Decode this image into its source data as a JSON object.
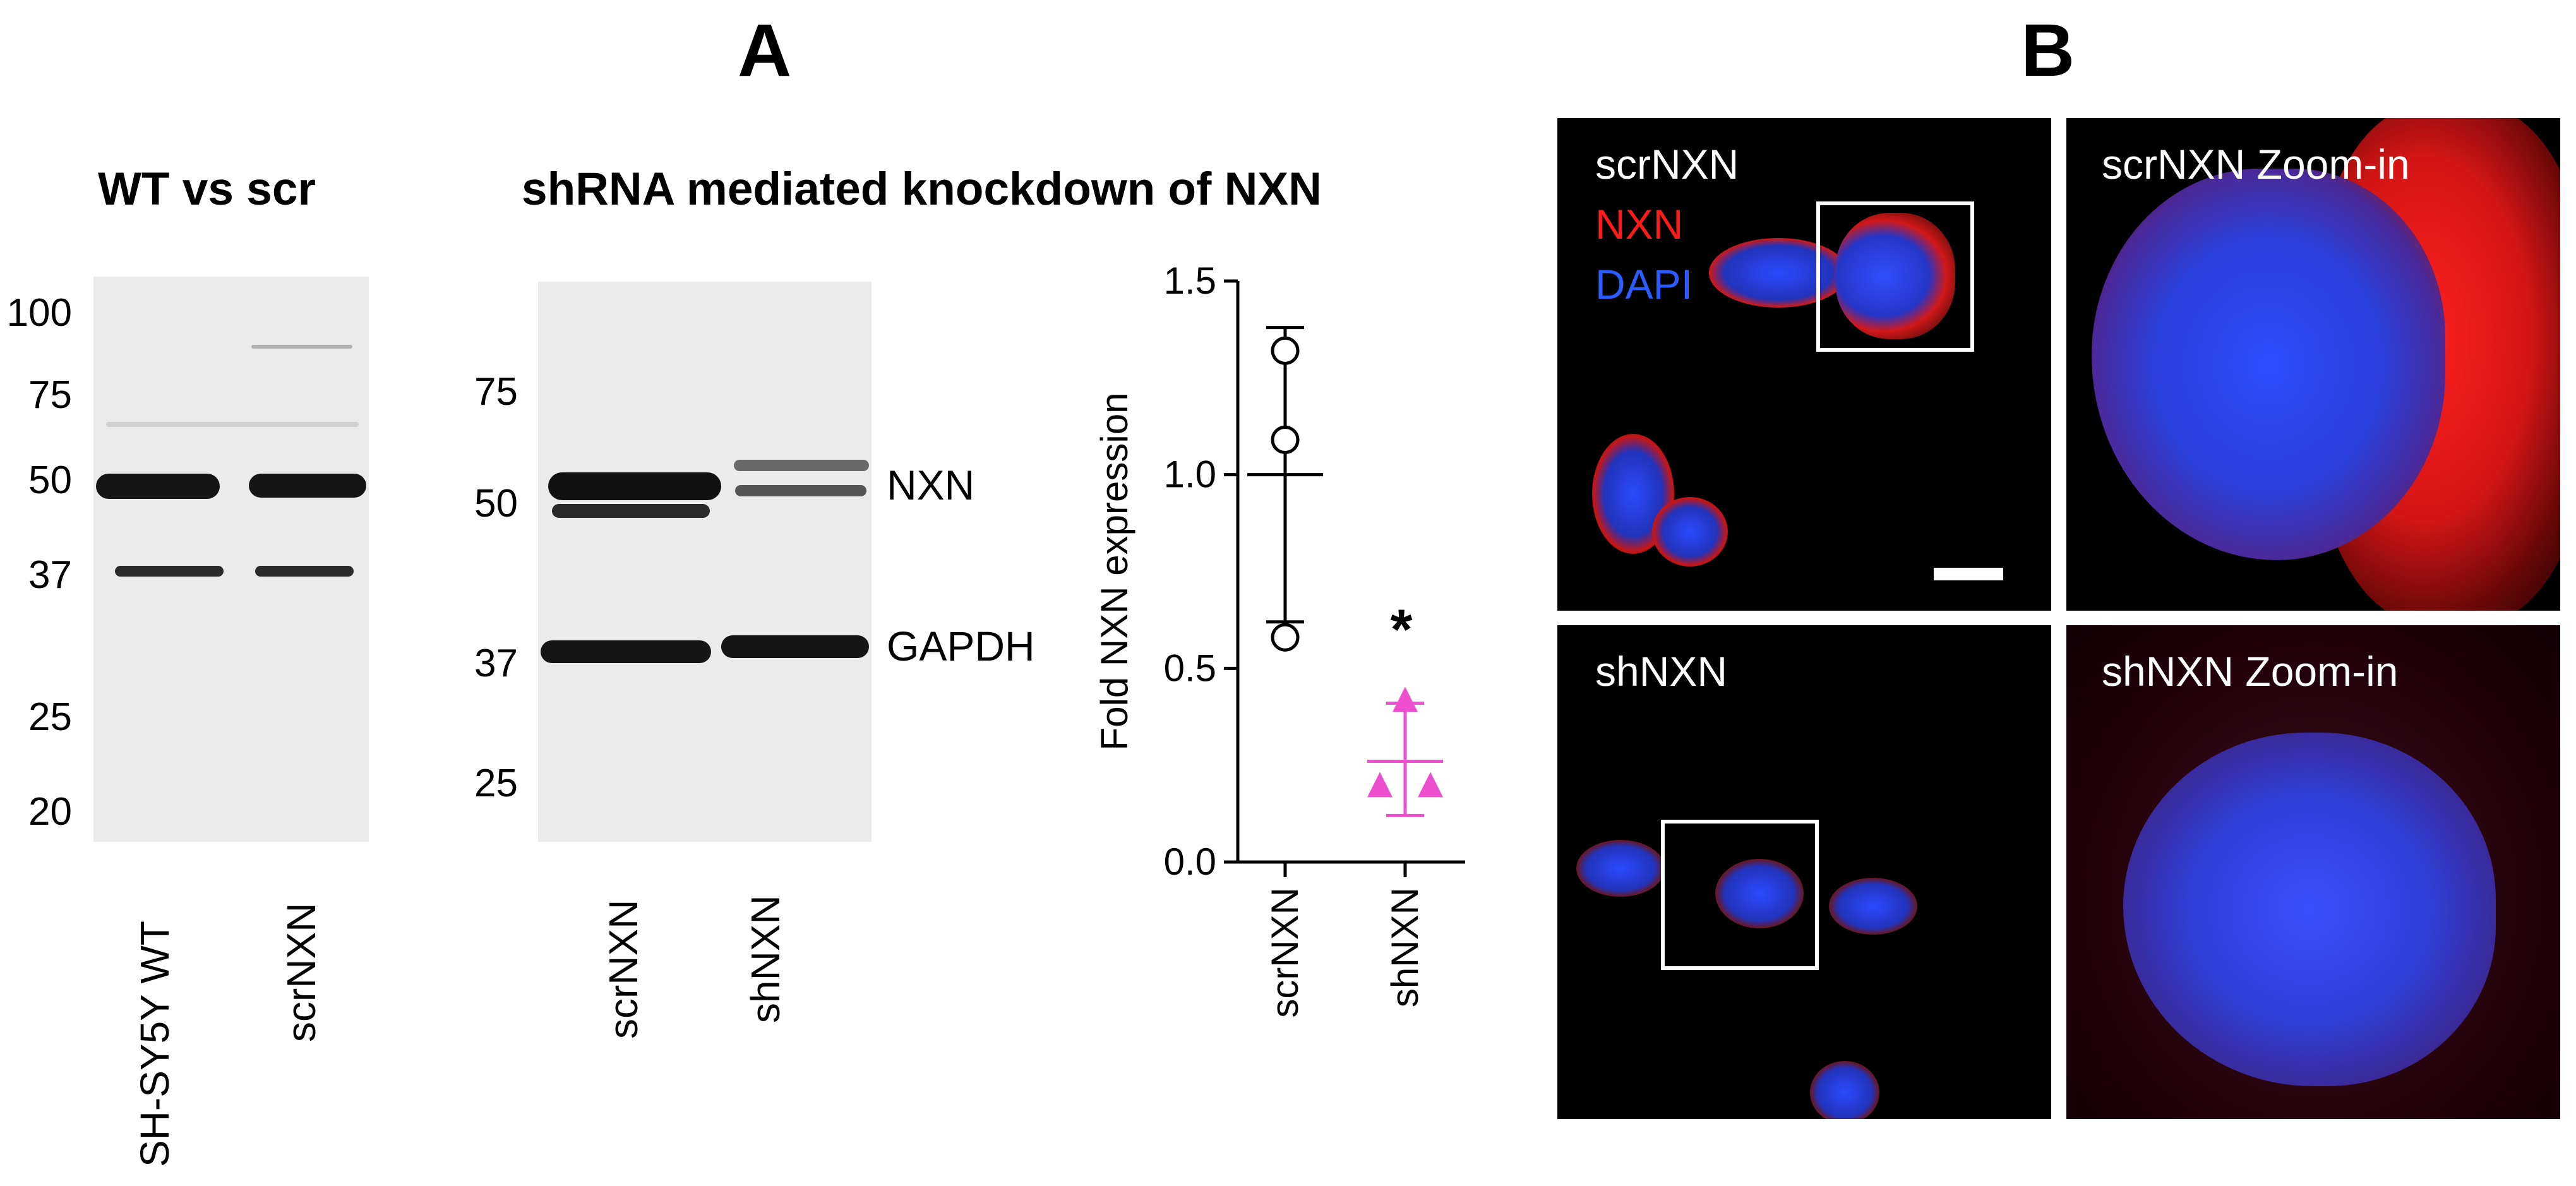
{
  "panels": {
    "a": "A",
    "b": "B"
  },
  "blot1": {
    "title": "WT vs scr",
    "mw": [
      "100",
      "75",
      "50",
      "37",
      "25",
      "20"
    ],
    "lanes": [
      "SH-SY5Y WT",
      "scrNXN"
    ]
  },
  "blot2": {
    "title": "shRNA mediated knockdown of NXN",
    "mw": [
      "75",
      "50",
      "37",
      "25"
    ],
    "bands": [
      "NXN",
      "GAPDH"
    ],
    "lanes": [
      "scrNXN",
      "shNXN"
    ]
  },
  "chart_data": {
    "type": "scatter",
    "ylabel": "Fold NXN expression",
    "xlabel": "",
    "categories": [
      "scrNXN",
      "shNXN"
    ],
    "ylim": [
      0,
      1.5
    ],
    "yticks": [
      "0.0",
      "0.5",
      "1.0",
      "1.5"
    ],
    "series": [
      {
        "category": "scrNXN",
        "marker": "circle",
        "color": "#000000",
        "values": [
          1.32,
          1.09,
          0.58
        ],
        "mean": 1.0,
        "sd_low": 0.62,
        "sd_high": 1.38
      },
      {
        "category": "shNXN",
        "marker": "triangle",
        "color": "#ee4fcf",
        "values": [
          0.42,
          0.2,
          0.2
        ],
        "mean": 0.26,
        "sd_low": 0.12,
        "sd_high": 0.41
      }
    ],
    "annotation": "*"
  },
  "micro": {
    "top_left": "scrNXN",
    "legend_nxn": "NXN",
    "legend_dapi": "DAPI",
    "top_right": "scrNXN Zoom-in",
    "bottom_left": "shNXN",
    "bottom_right": "shNXN Zoom-in",
    "colors": {
      "nxn": "#ff1a1a",
      "dapi": "#2a4bff"
    }
  }
}
